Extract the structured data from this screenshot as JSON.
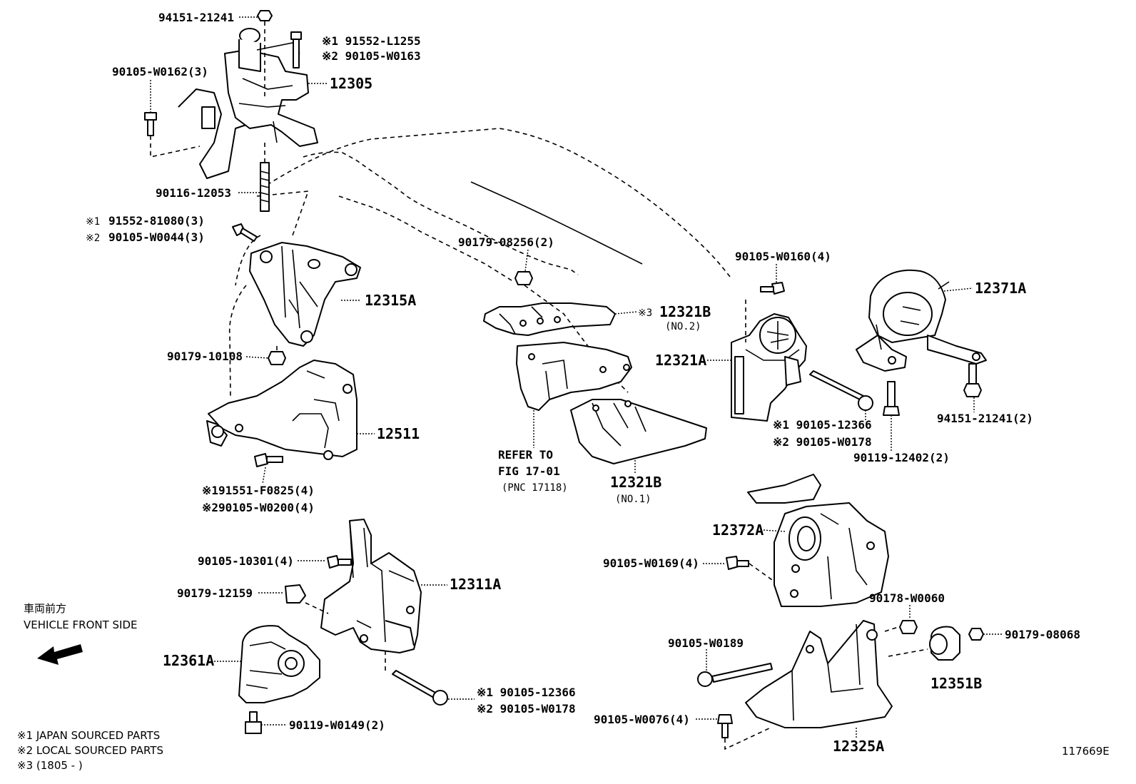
{
  "labels": {
    "p94151_21241": "94151-21241",
    "p91552_L1255": "※1 91552-L1255",
    "p90105_W0163": "※2 90105-W0163",
    "p90105_W0162": "90105-W0162(3)",
    "p12305": "12305",
    "p90116_12053": "90116-12053",
    "p91552_81080": "91552-81080(3)",
    "p90105_W0044": "90105-W0044(3)",
    "mark1a": "※1",
    "mark2a": "※2",
    "p12315A": "12315A",
    "p90179_10108": "90179-10108",
    "p12511": "12511",
    "p91551_F0825": "※191551-F0825(4)",
    "p90105_W0200": "※290105-W0200(4)",
    "p90179_08256": "90179-08256(2)",
    "p12321B_no2": "12321B",
    "mark3": "※3",
    "no2": "(NO.2)",
    "refer1": "REFER TO",
    "refer2": "FIG 17-01",
    "refer3": "(PNC 17118)",
    "p12321B_no1": "12321B",
    "no1": "(NO.1)",
    "p90105_W0160": "90105-W0160(4)",
    "p12321A": "12321A",
    "p90105_12366_a": "※1 90105-12366",
    "p90105_W0178_a": "※2 90105-W0178",
    "p12371A": "12371A",
    "p94151_21241_2": "94151-21241(2)",
    "p90119_12402": "90119-12402(2)",
    "p12372A": "12372A",
    "p90105_W0169": "90105-W0169(4)",
    "p90178_W0060": "90178-W0060",
    "p90179_08068": "90179-08068",
    "p12351B": "12351B",
    "p90105_W0189": "90105-W0189",
    "p90105_W0076": "90105-W0076(4)",
    "p12325A": "12325A",
    "p90105_10301": "90105-10301(4)",
    "p90179_12159": "90179-12159",
    "p12311A": "12311A",
    "p12361A": "12361A",
    "p90105_12366_b": "※1 90105-12366",
    "p90105_W0178_b": "※2 90105-W0178",
    "p90119_W0149": "90119-W0149(2)"
  },
  "legend": {
    "front_jp": "車両前方",
    "front_en": "VEHICLE FRONT SIDE",
    "note1": "※1 JAPAN SOURCED PARTS",
    "note2": "※2 LOCAL SOURCED PARTS",
    "note3": "※3 (1805 -      )",
    "figure_id": "117669E"
  }
}
